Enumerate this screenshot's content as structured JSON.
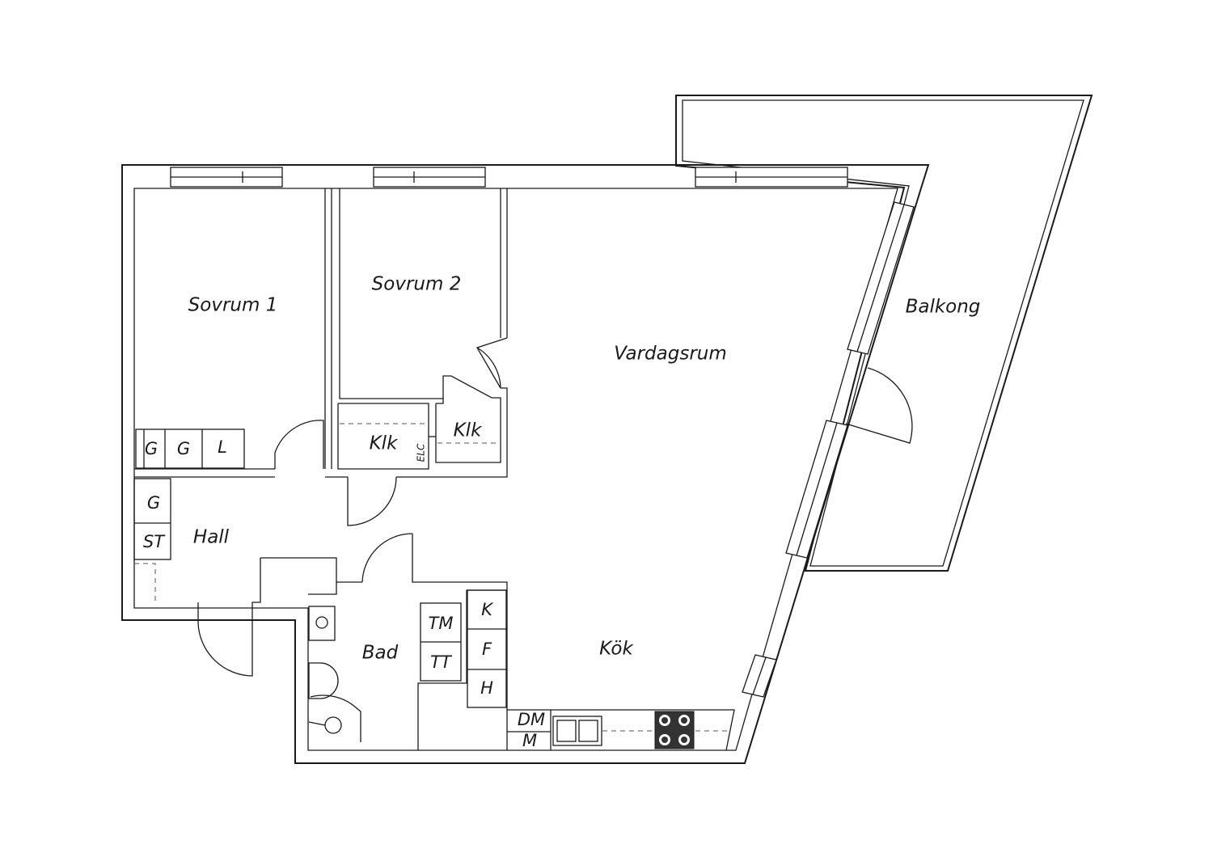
{
  "rooms": {
    "sovrum1": "Sovrum 1",
    "sovrum2": "Sovrum 2",
    "vardagsrum": "Vardagsrum",
    "balkong": "Balkong",
    "klk_left": "Klk",
    "klk_right": "Klk",
    "hall": "Hall",
    "bad": "Bad",
    "kok": "Kök"
  },
  "fixtures": {
    "g1": "G",
    "g2": "G",
    "l": "L",
    "g3": "G",
    "st": "ST",
    "elc": "ELC",
    "tm": "TM",
    "tt": "TT",
    "k": "K",
    "f": "F",
    "h": "H",
    "dm": "DM",
    "m": "M"
  },
  "colors": {
    "line": "#1a1a1a",
    "background": "#ffffff",
    "stove": "#333333"
  }
}
